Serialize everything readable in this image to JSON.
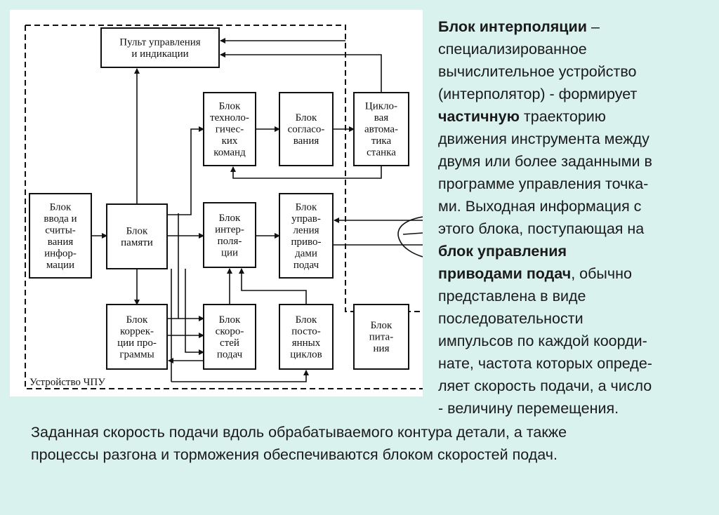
{
  "diagram": {
    "frame_label": "Устройство ЧПУ",
    "blocks": {
      "control_panel": [
        "Пульт управления",
        "и индикации"
      ],
      "input_reading": [
        "Блок",
        "ввода и",
        "считы-",
        "вания",
        "инфор-",
        "мации"
      ],
      "memory": [
        "Блок",
        "памяти"
      ],
      "tech_commands": [
        "Блок",
        "техноло-",
        "гичес-",
        "ких",
        "команд"
      ],
      "coordination": [
        "Блок",
        "согласо-",
        "вания"
      ],
      "cyclic_automation": [
        "Цикло-",
        "вая",
        "автома-",
        "тика",
        "станка"
      ],
      "interpolation": [
        "Блок",
        "интер-",
        "поля-",
        "ции"
      ],
      "feed_drive_control": [
        "Блок",
        "управ-",
        "ления",
        "приво-",
        "дами",
        "подач"
      ],
      "program_correction": [
        "Блок",
        "коррек-",
        "ции про-",
        "граммы"
      ],
      "feed_speeds": [
        "Блок",
        "скоро-",
        "стей",
        "подач"
      ],
      "fixed_cycles": [
        "Блок",
        "посто-",
        "янных",
        "циклов"
      ],
      "power_supply": [
        "Блок",
        "пита-",
        "ния"
      ]
    }
  },
  "side_text": {
    "title": "Блок интерполяции",
    "dash": " –",
    "line2": "специализированное",
    "line3": "вычислительное устройство",
    "line4": "(интерполятор) - формирует",
    "emph1": "частичную",
    "line5_rest": " траекторию",
    "line6": "движения инструмента между",
    "line7": "двумя или более заданными в",
    "line8": "программе управления точка-",
    "line9": "ми. Выходная информация с",
    "line10": "этого блока, поступающая на",
    "emph2": "блок управления",
    "emph3": "приводами подач",
    "line12_rest": ", обычно",
    "line13": "представлена в виде",
    "line14": "последовательности",
    "line15": "импульсов по каждой коорди-",
    "line16": "нате, частота которых опреде-",
    "line17": "ляет скорость подачи, а число",
    "line18": "- величину перемещения."
  },
  "bottom_text": {
    "line1": "Заданная скорость подачи вдоль обрабатываемого контура детали, а также",
    "line2": "процессы разгона и торможения обеспечиваются блоком скоростей подач."
  }
}
